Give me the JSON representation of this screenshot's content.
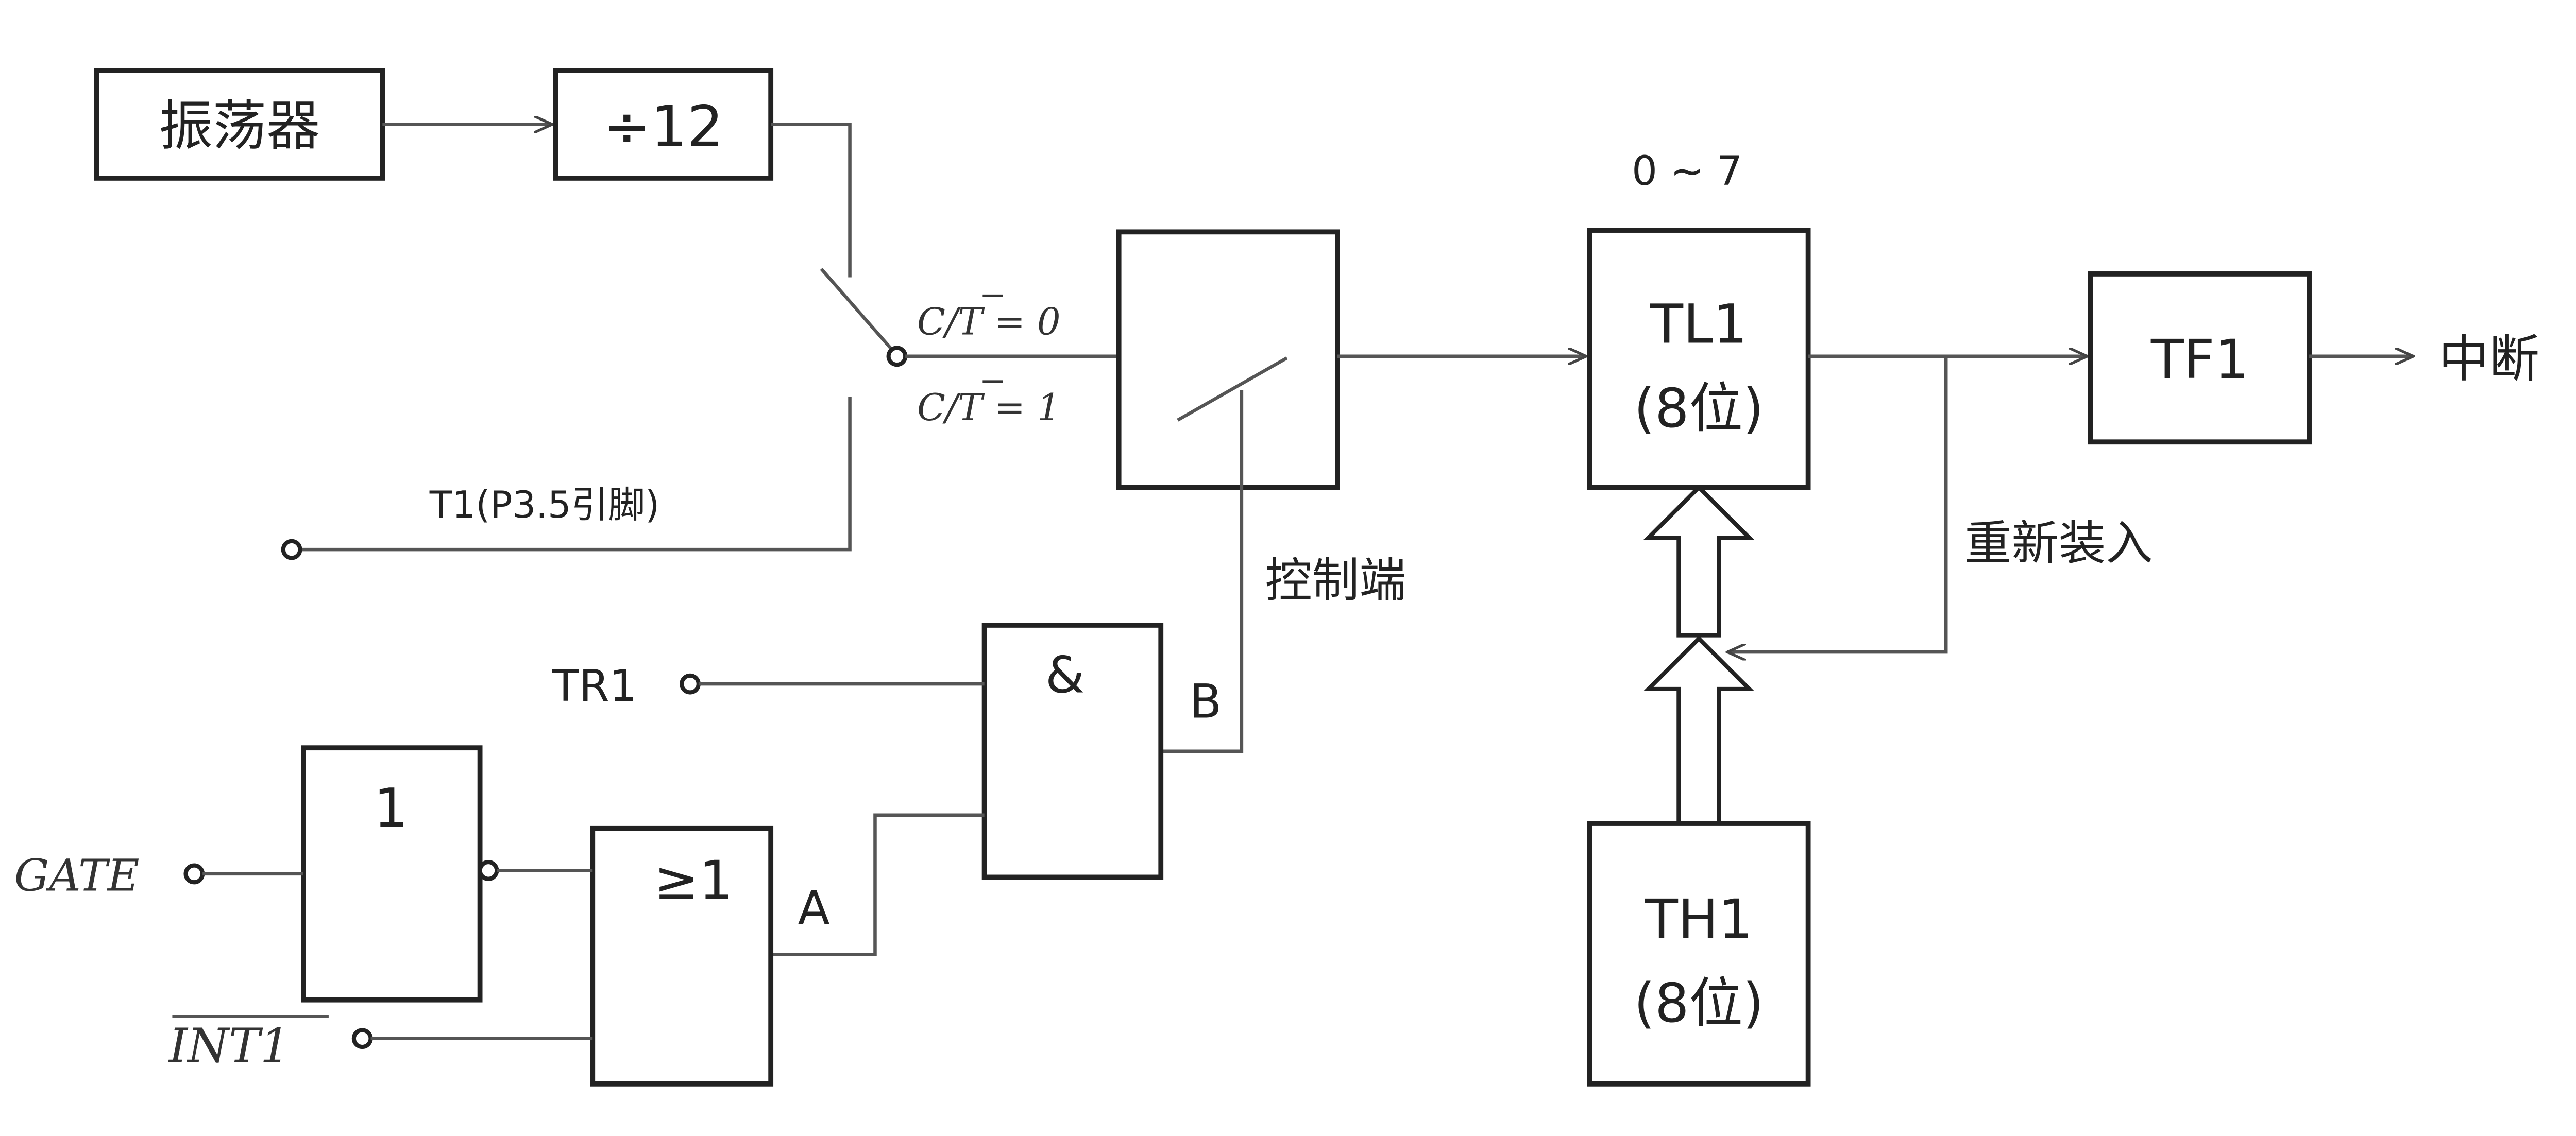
{
  "blocks": {
    "oscillator": "振荡器",
    "divider": "÷12",
    "tl1_name": "TL1",
    "tl1_bits": "(8位)",
    "th1_name": "TH1",
    "th1_bits": "(8位)",
    "tf1": "TF1",
    "not_gate": "1",
    "or_gate": "≥1",
    "and_gate": "&"
  },
  "labels": {
    "ct0": "C/T = 0",
    "ct1": "C/T = 1",
    "t1_pin": "T1(P3.5引脚)",
    "control": "控制端",
    "tl1_range": "0 ~ 7",
    "interrupt": "中断",
    "reload": "重新装入",
    "tr1": "TR1",
    "gate": "GATE",
    "int1": "INT1",
    "node_a": "A",
    "node_b": "B"
  }
}
